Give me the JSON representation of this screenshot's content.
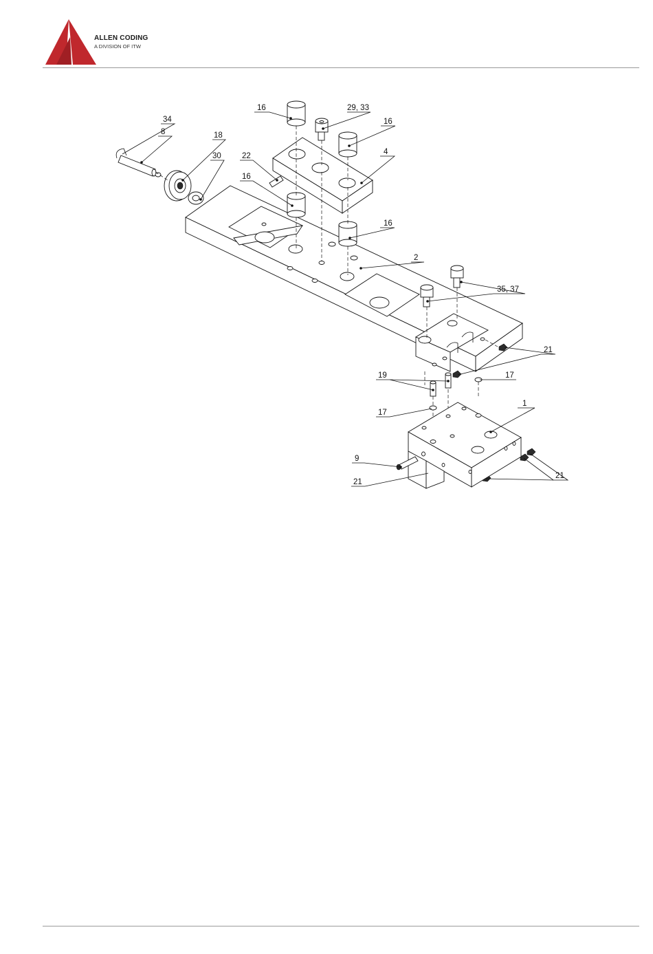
{
  "header": {
    "brand_name": "ALLEN CODING",
    "brand_sub": "A DIVISION OF ITW",
    "logo_color": "#c0282d"
  },
  "diagram": {
    "callouts": {
      "c16a": "16",
      "c29": "29, 33",
      "c16b": "16",
      "c34": "34",
      "c8": "8",
      "c18": "18",
      "c30": "30",
      "c22": "22",
      "c16c": "16",
      "c4": "4",
      "c16d": "16",
      "c2": "2",
      "c35": "35, 37",
      "c21a": "21",
      "c19": "19",
      "c17a": "17",
      "c17b": "17",
      "c1": "1",
      "c9": "9",
      "c21b": "21",
      "c21c": "21"
    }
  }
}
